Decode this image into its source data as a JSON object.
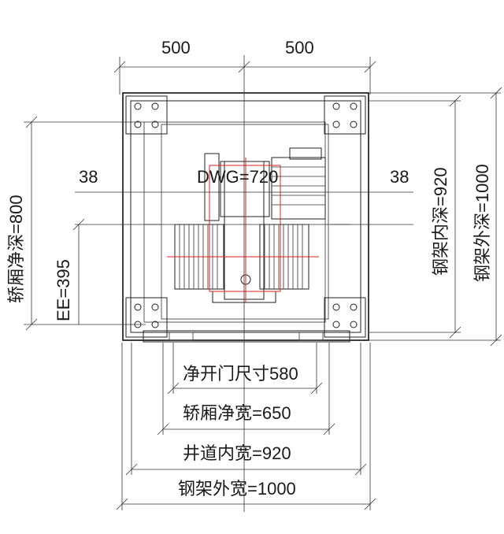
{
  "labels": {
    "top_left_500": "500",
    "top_right_500": "500",
    "left_38": "38",
    "right_38": "38",
    "dwg": "DWG=720",
    "car_depth": "轿厢净深=800",
    "ee": "EE=395",
    "frame_inner_depth": "钢架内深=920",
    "frame_outer_depth": "钢架外深=1000",
    "door_width": "净开门尺寸580",
    "car_width": "轿厢净宽=650",
    "shaft_inner_width": "井道内宽=920",
    "frame_outer_width": "钢架外宽=1000"
  },
  "colors": {
    "line": "#222222",
    "accent": "#d22222"
  }
}
